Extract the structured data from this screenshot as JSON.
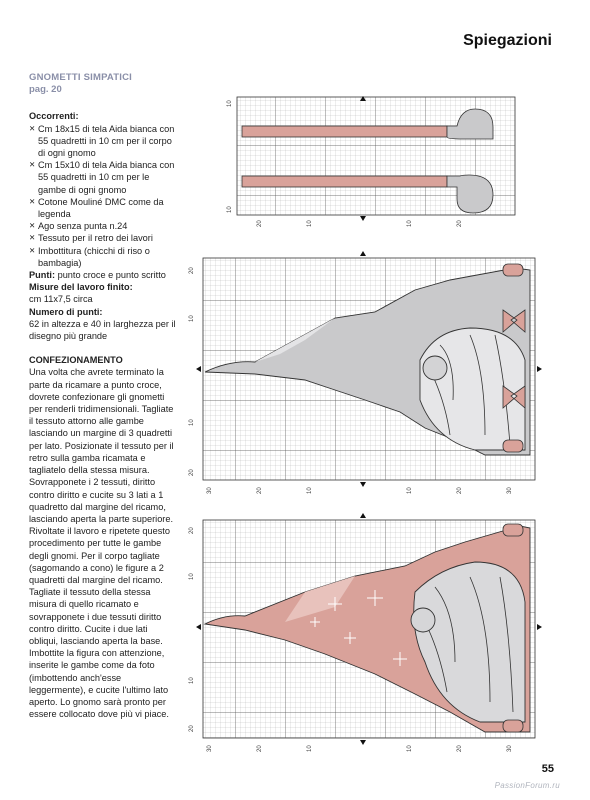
{
  "header": {
    "title": "Spiegazioni"
  },
  "article": {
    "section_title": "GNOMETTI SIMPATICI",
    "page_ref": "pag. 20",
    "materials_heading": "Occorrenti:",
    "materials": [
      "Cm 18x15 di tela Aida bianca con 55 quadretti in 10 cm per il corpo di ogni gnomo",
      "Cm 15x10 di tela Aida bianca con 55 quadretti in 10 cm per le gambe di ogni gnomo",
      "Cotone Mouliné DMC come da legenda",
      "Ago senza punta n.24",
      "Tessuto per il retro dei lavori",
      "Imbottitura (chicchi di riso o bambagia)"
    ],
    "stitches_label": "Punti:",
    "stitches_value": " punto croce e punto scritto",
    "size_label": "Misure del lavoro finito:",
    "size_value": "cm 11x7,5 circa",
    "points_label": "Numero di punti:",
    "points_value": "62 in altezza e 40 in larghezza per il disegno più grande",
    "assembly_heading": "CONFEZIONAMENTO",
    "assembly_text": "Una volta che avrete terminato la parte da ricamare a punto croce, dovrete confezionare gli gnometti per renderli tridimensionali. Tagliate il tessuto attorno alle gambe lasciando un margine di 3 quadretti per lato. Posizionate il tessuto per il retro sulla gamba ricamata e tagliatelo della stessa misura. Sovrapponete i 2 tessuti, diritto contro diritto e cucite su 3 lati a 1 quadretto dal margine del ricamo, lasciando aperta la parte superiore. Rivoltate il lavoro e ripetete questo procedimento per tutte le gambe degli gnomi. Per il corpo tagliate (sagomando a cono) le figure a 2 quadretti dal margine del ricamo. Tagliate il tessuto della stessa misura di quello ricamato e sovrapponete i due tessuti diritto contro diritto. Cucite i due lati obliqui, lasciando aperta la base. Imbottite la figura con attenzione, inserite le gambe come da foto (imbottendo anch'esse leggermente), e cucite l'ultimo lato aperto. Lo gnomo sarà pronto per essere collocato dove più vi piace."
  },
  "patterns": {
    "legs": {
      "left_axis": [
        "10",
        "10"
      ],
      "bottom_axis": [
        "20",
        "10",
        "10",
        "20"
      ]
    },
    "gnome_grey": {
      "left_axis": [
        "20",
        "10",
        "10",
        "20"
      ],
      "bottom_axis": [
        "30",
        "20",
        "10",
        "10",
        "20",
        "30"
      ]
    },
    "gnome_pink": {
      "left_axis": [
        "20",
        "10",
        "10",
        "20"
      ],
      "bottom_axis": [
        "30",
        "20",
        "10",
        "10",
        "20",
        "30"
      ]
    }
  },
  "colors": {
    "pink": "#d9a29a",
    "grey": "#c9c9cb",
    "dark": "#3a3a3a",
    "grid": "#9a9a9a",
    "accent": "#8a8fa8"
  },
  "footer": {
    "page_number": "55",
    "watermark": "PassionForum.ru"
  }
}
